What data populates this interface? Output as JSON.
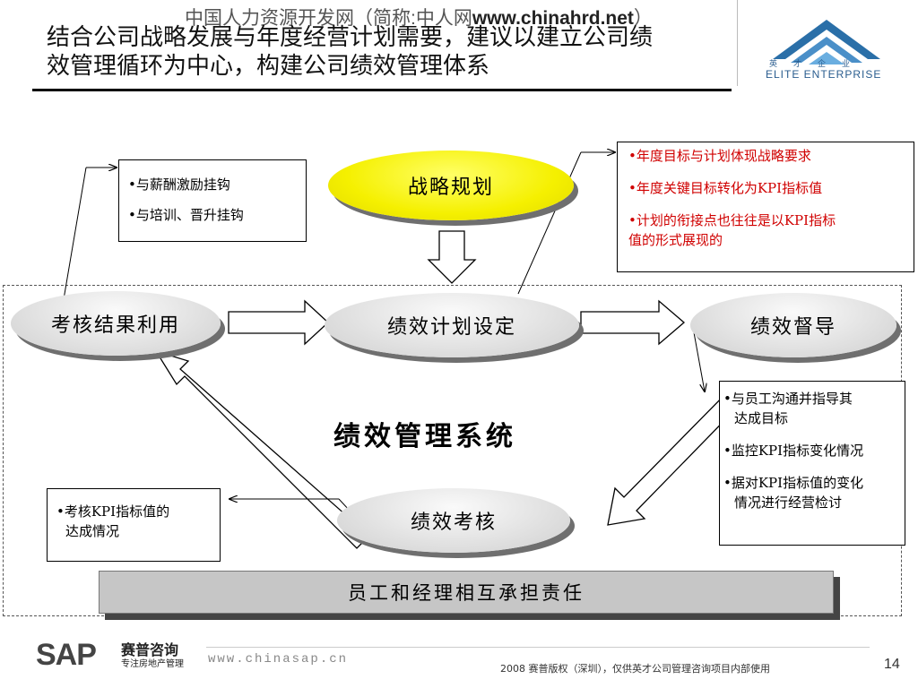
{
  "header": {
    "watermark": "中国人力资源开发网（简称:中人网",
    "watermark_url": "www.chinahrd.net",
    "watermark_close": "）",
    "title_line1": "结合公司战略发展与年度经营计划需要，建议以建立公司绩",
    "title_line2": "效管理循环为中心，构建公司绩效管理体系",
    "logo_text": "ELITE ENTERPRISE",
    "logo_cn": "英才企业",
    "logo_color": "#2a5d8f"
  },
  "diagram": {
    "nodes": {
      "strategy": "战略规划",
      "plan": "绩效计划设定",
      "supervise": "绩效督导",
      "evaluate": "绩效考核",
      "result_use": "考核结果利用"
    },
    "center_label": "绩效管理系统",
    "notes": {
      "result_use": [
        "•与薪酬激励挂钩",
        "•与培训、晋升挂钩"
      ],
      "strategy": [
        "•年度目标与计划体现战略要求",
        "•年度关键目标转化为KPI指标值",
        "•计划的衔接点也往往是以KPI指标",
        "值的形式展现的"
      ],
      "supervise": [
        "•与员工沟通并指导其",
        "达成目标",
        "•监控KPI指标变化情况",
        "•据对KPI指标值的变化",
        "情况进行经营检讨"
      ],
      "evaluate": [
        "•考核KPI指标值的",
        "达成情况"
      ]
    },
    "banner": "员工和经理相互承担责任",
    "colors": {
      "strategy_fill": "#f5f000",
      "node_fill": "#e2e2e2",
      "note_red": "#d00000",
      "banner_fill": "#c6c6c6"
    }
  },
  "footer": {
    "sap_logo": "SAP",
    "sap_cn": "赛普咨询",
    "sap_sub": "专注房地产管理",
    "url": "www.chinasap.cn",
    "copyright": "2008 赛普版权（深圳），仅供英才公司管理咨询项目内部使用",
    "page": "14"
  }
}
